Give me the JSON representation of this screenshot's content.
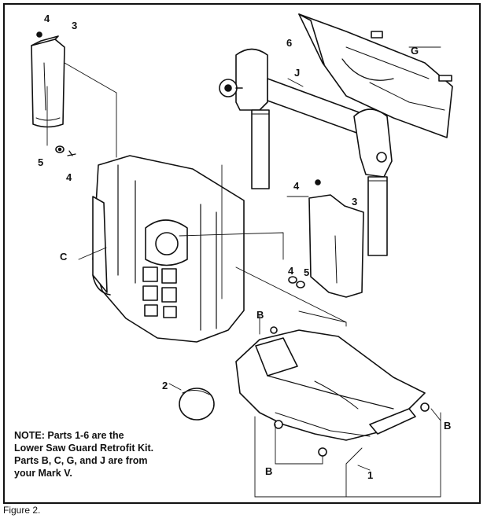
{
  "figure": {
    "caption": "Figure 2.",
    "note_lines": [
      "NOTE: Parts 1-6 are the",
      "Lower Saw Guard Retrofit Kit.",
      "Parts B, C, G, and J are from",
      "your Mark V."
    ]
  },
  "callouts": {
    "part_4_top": "4",
    "part_3_top": "3",
    "part_6": "6",
    "part_g": "G",
    "part_j": "J",
    "part_5_left": "5",
    "part_4_left": "4",
    "part_4_mid": "4",
    "part_3_mid": "3",
    "part_c": "C",
    "part_4_lower": "4",
    "part_5_lower": "5",
    "part_b_top": "B",
    "part_2": "2",
    "part_b_right": "B",
    "part_b_bottom": "B",
    "part_1": "1"
  },
  "colors": {
    "ink": "#111111",
    "paper": "#ffffff"
  }
}
